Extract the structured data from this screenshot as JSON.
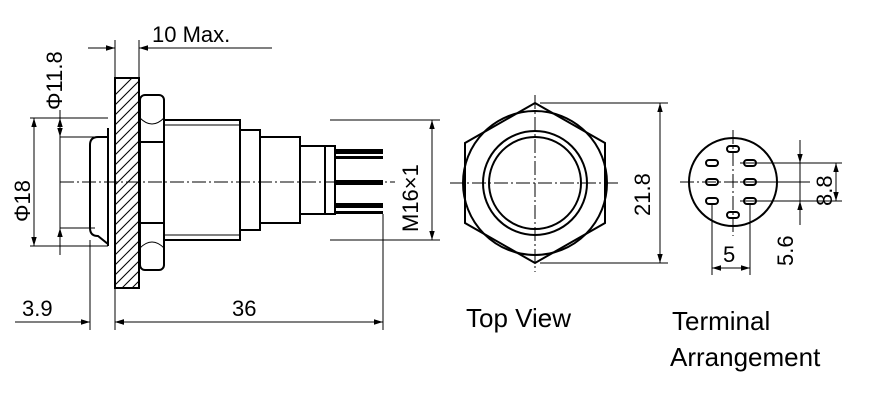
{
  "dimensions": {
    "panel_thickness": "10 Max.",
    "cutout_diameter": "Φ11.8",
    "bezel_diameter": "Φ18",
    "thread": "M16×1",
    "bezel_height": "3.9",
    "body_length": "36",
    "hex_across_flats": "21.8",
    "pin_spacing_x": "5",
    "pin_spacing_y": "5.6",
    "pin_spacing_total": "8.8"
  },
  "labels": {
    "top_view": "Top View",
    "terminal_line1": "Terminal",
    "terminal_line2": "Arrangement"
  }
}
